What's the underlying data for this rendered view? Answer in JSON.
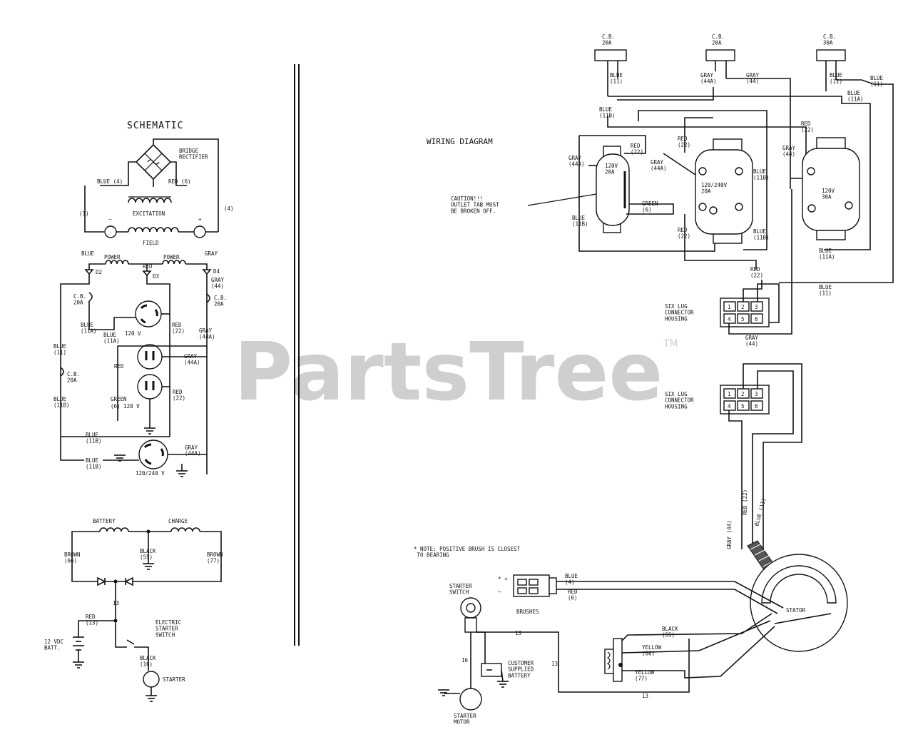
{
  "watermark": {
    "text": "PartsTree",
    "tm": "TM"
  },
  "schematic": {
    "title": "SCHEMATIC",
    "bridge_rectifier": "BRIDGE\nRECTIFIER",
    "blue_label": "BLUE (4)",
    "red_label": "RED (6)",
    "excitation": "EXCITATION",
    "field": "FIELD",
    "terminal_1": "(1)",
    "terminal_4": "(4)",
    "power_1": "POWER",
    "power_2": "POWER",
    "blue_top": "BLUE",
    "gray_top": "GRAY",
    "red_mid": "RED",
    "d2": "D2",
    "d3": "D3",
    "d4": "D4",
    "cb_left": "C.B.\n20A",
    "cb_right": "C.B.\n20A",
    "cb_mid": "C.B.\n20A",
    "blue_11a_a": "BLUE\n(11A)",
    "blue_11a_b": "BLUE\n(11A)",
    "v120_a": "120 V",
    "red_22_a": "RED\n(22)",
    "gray_44": "GRAY\n(44)",
    "gray_44a_a": "GRAY\n(44A)",
    "gray_44a_b": "GRAY\n(44A)",
    "blue_11": "BLUE\n(11)",
    "blue_11b": "BLUE\n(11B)",
    "red_22_b": "RED\n(22)",
    "green_label": "GREEN",
    "v120_b": "(6) 120 V",
    "blue_11b_2": "BLUE\n(11B)",
    "blue_11b_3": "BLUE\n(11B)",
    "v120_240": "120/240 V",
    "battery": "BATTERY",
    "charge": "CHARGE",
    "brown_66": "BROWN\n(66)",
    "black_55": "BLACK\n(55)",
    "brown_77": "BROWN\n(77)",
    "thirteen": "13",
    "red_13": "RED\n(13)",
    "batt_12v": "12 VDC\nBATT.",
    "electric_starter_switch": "ELECTRIC\nSTARTER\nSWITCH",
    "black_16": "BLACK\n(16)",
    "starter": "STARTER"
  },
  "wiring": {
    "title": "WIRING DIAGRAM",
    "cb1": "C.B.\n20A",
    "cb2": "C.B.\n20A",
    "cb3": "C.B.\n30A",
    "blue_11_a": "BLUE\n(11)",
    "gray_44a_top": "GRAY\n(44A)",
    "gray_44_top": "GRAY\n(44)",
    "blue_11_b": "BLUE\n(11)",
    "blue_11_c": "BLUE\n(11)",
    "blue_11a_top": "BLUE\n(11A)",
    "blue_11b_a": "BLUE\n(11B)",
    "red_22_a": "RED\n(22)",
    "red_22_b": "RED\n(22)",
    "red_22_c": "RED\n(22)",
    "gray_44_b": "GRAY\n(44)",
    "gray_44a_a": "GRAY\n(44A)",
    "gray_44a_b": "GRAY\n(44A)",
    "outlet_120_20": "120V\n20A",
    "outlet_120_240": "120/240V\n20A",
    "outlet_120_30": "120V\n30A",
    "blue_11b_b": "BLUE\n(11B)",
    "green_6": "GREEN\n(6)",
    "caution": "CAUTION!!!\nOUTLET TAB MUST\nBE BROKEN OFF.",
    "blue_11b_c": "BLUE\n(11B)",
    "red_22_d": "RED\n(22)",
    "blue_11b_d": "BLUE\n(11B)",
    "blue_11a_bot": "BLUE\n(11A)",
    "red_22_e": "RED\n(22)",
    "blue_11_d": "BLUE\n(11)",
    "six_lug_1": "SIX LUG\nCONNECTOR\nHOUSING",
    "gray_44_c": "GRAY\n(44)",
    "six_lug_2": "SIX LUG\nCONNECTOR\nHOUSING",
    "lug_numbers": [
      "1",
      "2",
      "3",
      "4",
      "5",
      "6"
    ],
    "gray_44_vert": "GRAY (44)",
    "red_22_vert": "RED (22)",
    "blue_11_vert": "BLUE (11)",
    "note": "* NOTE: POSITIVE BRUSH IS CLOSEST\n  TO BEARING",
    "starter_switch": "STARTER\nSWITCH",
    "blue_4": "BLUE\n(4)",
    "red_6": "RED\n(6)",
    "brushes": "BRUSHES",
    "stator": "STATOR",
    "thirteen_a": "13",
    "thirteen_b": "13",
    "thirteen_c": "13",
    "sixteen": "16",
    "customer_battery": "CUSTOMER\nSUPPLIED\nBATTERY",
    "black_55": "BLACK\n(55)",
    "yellow_66": "YELLOW\n(66)",
    "yellow_77": "YELLOW\n(77)",
    "starter_motor": "STARTER\nMOTOR"
  }
}
